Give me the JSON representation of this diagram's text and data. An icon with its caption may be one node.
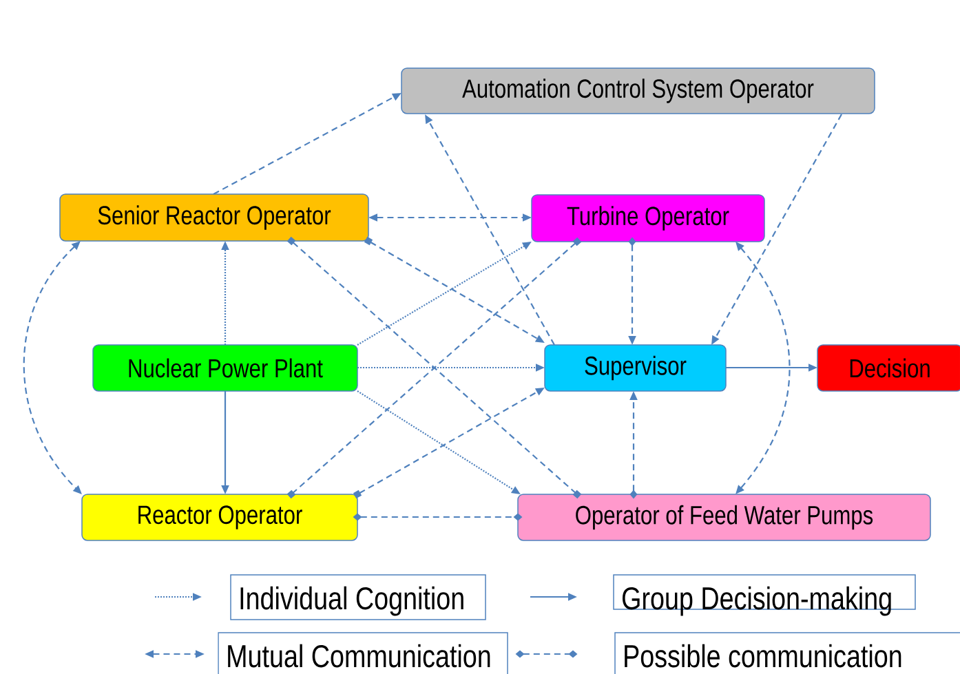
{
  "diagram": {
    "nodes": [
      {
        "text": [
          "Automation Control System Operator"
        ]
      },
      {
        "text": [
          "Senior Reactor Operator"
        ]
      },
      {
        "text": [
          "Turbine Operator"
        ]
      },
      {
        "text": [
          "Nuclear Power Plant"
        ]
      },
      {
        "text": [
          "Supervisor"
        ]
      },
      {
        "text": [
          "Decision"
        ]
      },
      {
        "text": [
          "Reactor Operator"
        ]
      },
      {
        "text": [
          "Operator of Feed Water Pumps"
        ]
      }
    ],
    "edges": [
      {
        "from": 1,
        "to": 0,
        "arrow": "to",
        "style": "dashed"
      },
      {
        "from": 4,
        "to": 0,
        "arrow": "to",
        "style": "dashed"
      },
      {
        "from": 0,
        "to": 4,
        "arrow": "to",
        "style": "dashed"
      },
      {
        "from": 1,
        "to": 2,
        "arrow": "both",
        "style": "dashed"
      },
      {
        "from": 1,
        "to": 4,
        "arrow": "to",
        "style": "dashed"
      },
      {
        "from": 1,
        "to": 7,
        "arrow": "other",
        "style": "dashed"
      },
      {
        "from": 3,
        "to": 1,
        "arrow": "to",
        "style": "dashed"
      },
      {
        "from": 3,
        "to": 2,
        "arrow": "to",
        "style": "dashed"
      },
      {
        "from": 3,
        "to": 4,
        "arrow": "to",
        "style": "dashed"
      },
      {
        "from": 3,
        "to": 7,
        "arrow": "to",
        "style": "dashed"
      },
      {
        "from": 3,
        "to": 6,
        "arrow": "to"
      },
      {
        "from": 2,
        "to": 6,
        "arrow": "other",
        "style": "dashed"
      },
      {
        "from": 2,
        "to": 4,
        "arrow": "to",
        "style": "dashed"
      },
      {
        "from": 7,
        "to": 2,
        "arrow": "both",
        "style": "dashed"
      },
      {
        "from": 4,
        "to": 5,
        "arrow": "to"
      },
      {
        "from": 7,
        "to": 4,
        "arrow": "to",
        "style": "dashed"
      },
      {
        "from": 6,
        "to": 4,
        "arrow": "to",
        "style": "dashed"
      },
      {
        "from": 6,
        "to": 7,
        "arrow": "other",
        "style": "dashed"
      },
      {
        "from": 1,
        "to": 6,
        "arrow": "both",
        "style": "dashed"
      }
    ],
    "legend": [
      {
        "text": "Individual Cognition"
      },
      {
        "text": "Group Decision-making"
      },
      {
        "text": "Mutual Communication"
      },
      {
        "text": "Possible communication"
      }
    ]
  }
}
